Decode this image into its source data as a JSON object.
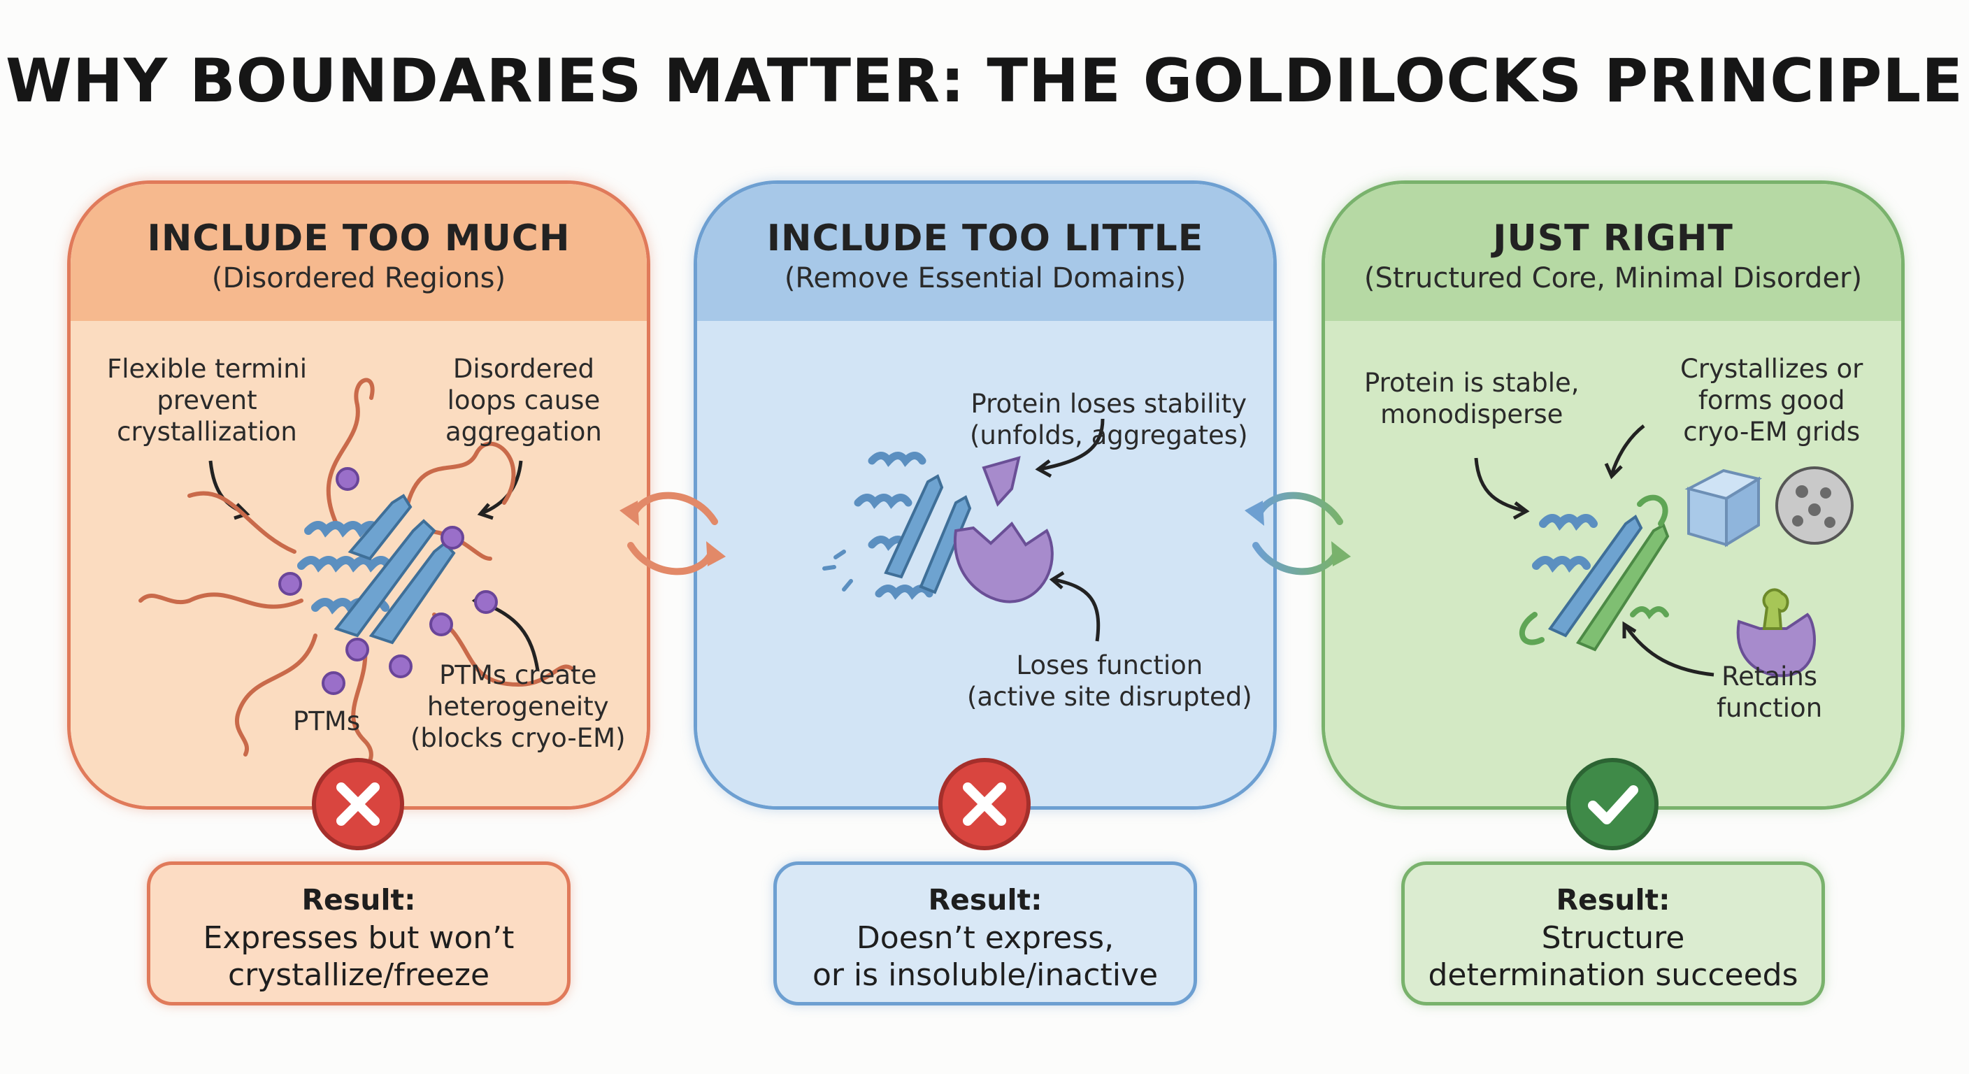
{
  "title": "WHY BOUNDARIES MATTER: THE GOLDILOCKS PRINCIPLE",
  "colors": {
    "too_much": "#e07a5a",
    "too_little": "#6d9fd1",
    "just_right": "#79b26c",
    "fail_badge": "#d9453f",
    "success_badge": "#3f8a48"
  },
  "panels": [
    {
      "title": "INCLUDE TOO MUCH",
      "subtitle": "(Disordered Regions)",
      "notes": [
        "Flexible termini\nprevent\ncrystallization",
        "Disordered\nloops cause\naggregation",
        "PTMs create\nheterogeneity\n(blocks cryo-EM)",
        "PTMs"
      ],
      "badge": "x-icon",
      "result_label": "Result:",
      "result_text": "Expresses but won’t\ncrystallize/freeze"
    },
    {
      "title": "INCLUDE TOO LITTLE",
      "subtitle": "(Remove Essential Domains)",
      "notes": [
        "Protein loses stability\n(unfolds, aggregates)",
        "Loses function\n(active site disrupted)"
      ],
      "badge": "x-icon",
      "result_label": "Result:",
      "result_text": "Doesn’t express,\nor is insoluble/inactive"
    },
    {
      "title": "JUST RIGHT",
      "subtitle": "(Structured Core, Minimal Disorder)",
      "notes": [
        "Protein is stable,\nmonodisperse",
        "Crystallizes or\nforms good\ncryo-EM grids",
        "Retains\nfunction"
      ],
      "badge": "check-icon",
      "result_label": "Result:",
      "result_text": "Structure\ndetermination succeeds"
    }
  ]
}
